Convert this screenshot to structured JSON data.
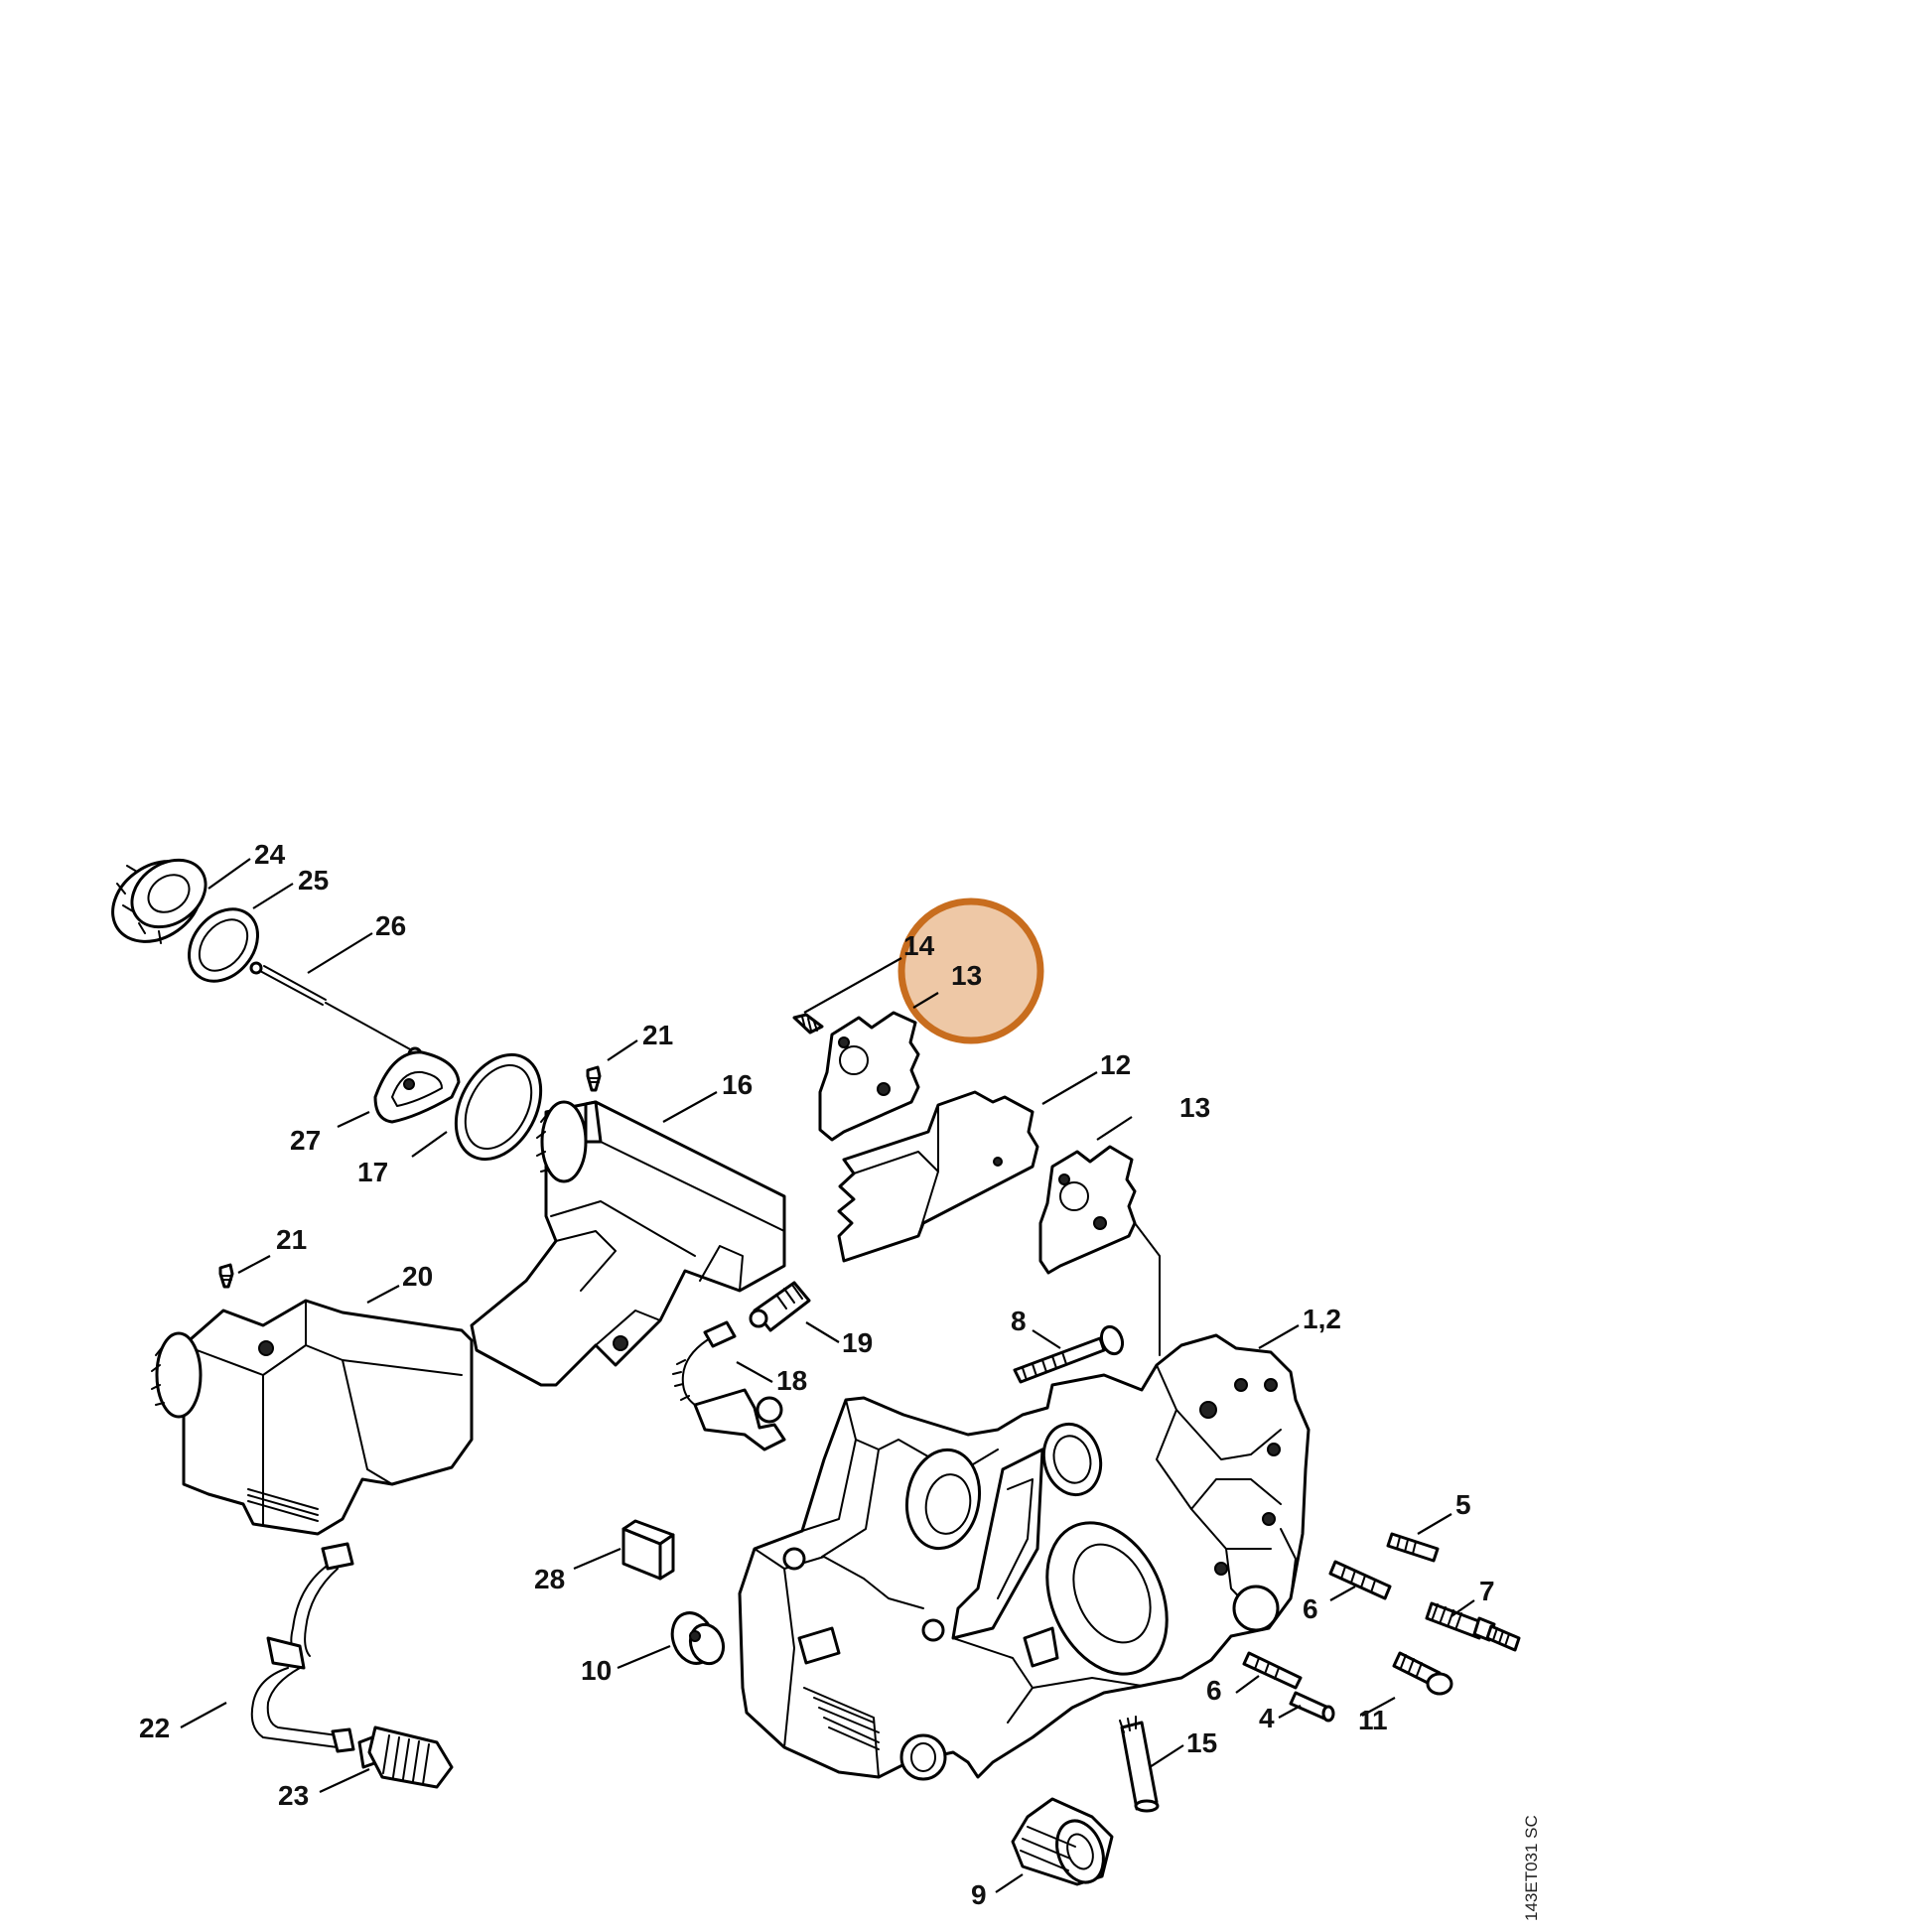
{
  "drawing_reference": "143ET031 SC",
  "highlight": {
    "part": "13",
    "color": "#e09a5c",
    "ring_color": "#c86d1e"
  },
  "callouts": {
    "p1_2": "1,2",
    "p4": "4",
    "p5": "5",
    "p6a": "6",
    "p6b": "6",
    "p7": "7",
    "p8": "8",
    "p9": "9",
    "p10": "10",
    "p11": "11",
    "p12": "12",
    "p13a": "13",
    "p13b": "13",
    "p14": "14",
    "p15": "15",
    "p16": "16",
    "p17": "17",
    "p18": "18",
    "p19": "19",
    "p20": "20",
    "p21a": "21",
    "p21b": "21",
    "p22": "22",
    "p23": "23",
    "p24": "24",
    "p25": "25",
    "p26": "26",
    "p27": "27",
    "p28": "28"
  }
}
